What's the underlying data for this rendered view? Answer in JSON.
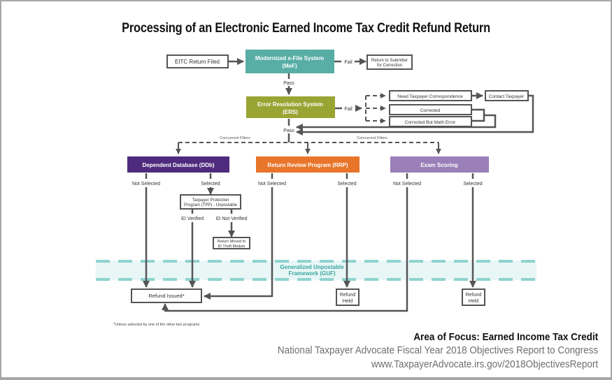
{
  "title": "Processing of an Electronic Earned Income Tax Credit Refund Return",
  "colors": {
    "mef": "#58ada5",
    "ers": "#9aa433",
    "ddb": "#4f2b7e",
    "rrp": "#e8752a",
    "exam": "#9a7fb8",
    "guf_band": "#e8f6f6",
    "guf_dash": "#8fd3cf",
    "guf_text": "#3aa6a0",
    "line": "#555555"
  },
  "nodes": {
    "eitc_filed": "EITC Return Filed",
    "mef": [
      "Modernized e-File System",
      "(MeF)"
    ],
    "return_to_submitter": [
      "Return to Submitter",
      "for Correction"
    ],
    "ers": [
      "Error Resolution System",
      "(ERS)"
    ],
    "need_correspondence": "Need Taxpayer Correspondence",
    "contact_taxpayer": "Contact Taxpayer",
    "corrected": "Corrected",
    "corrected_math_error": "Corrected But Math Error",
    "ddb": "Dependent Database (DDb)",
    "rrp": "Return Review Program (RRP)",
    "exam": "Exam Scoring",
    "tpp": [
      "Taxpayer Protection",
      "Program (TPP) - Unpostable"
    ],
    "id_theft": [
      "Return Moved to",
      "ID Theft Module"
    ],
    "guf": [
      "Generalized Unpostable",
      "Framework (GUF)"
    ],
    "refund_issued": "Refund Issued*",
    "refund_held": [
      "Refund",
      "Held"
    ]
  },
  "labels": {
    "fail": "Fail",
    "pass": "Pass",
    "concurrent_filters": "Concurrent Filters",
    "not_selected": "Not Selected",
    "selected": "Selected",
    "id_verified": "ID Verified",
    "id_not_verified": "ID Not Verified"
  },
  "footnote": "*Unless selected by one of the other two programs",
  "footer": {
    "area_of_focus": "Area of Focus: Earned Income Tax Credit",
    "report": "National Taxpayer Advocate Fiscal Year 2018 Objectives Report to Congress",
    "url": "www.TaxpayerAdvocate.irs.gov/2018ObjectivesReport"
  }
}
